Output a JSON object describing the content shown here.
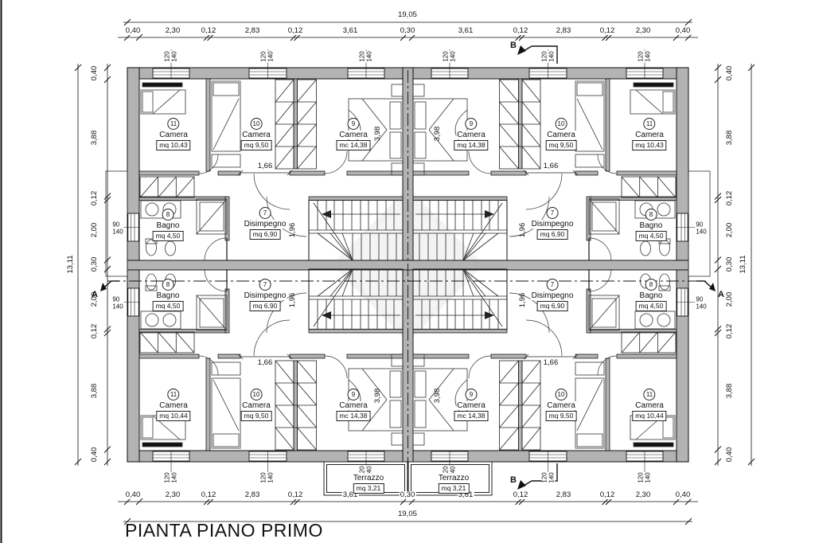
{
  "title": "PIANTA PIANO PRIMO",
  "dims": {
    "h_total": "19,05",
    "h_total_bottom": "19,05",
    "h_chain": [
      "0,40",
      "2,30",
      "0,12",
      "2,83",
      "0,12",
      "3,61",
      "0,30",
      "3,61",
      "0,12",
      "2,83",
      "0,12",
      "2,30",
      "0,40"
    ],
    "v_total": "13,11",
    "v_total_right": "13,11",
    "v_chain": [
      "0,40",
      "3,88",
      "0,12",
      "2,00",
      "0,30",
      "2,00",
      "0,12",
      "3,88",
      "0,40"
    ],
    "opening": "1,66",
    "corridor": "1,96",
    "room_depth": "3,98"
  },
  "windows": {
    "std_w": "120",
    "std_h": "140",
    "door_w": "120",
    "door_h": "240",
    "side_w": "90",
    "side_h": "140"
  },
  "sections": {
    "a": "A",
    "b": "B"
  },
  "rooms": [
    {
      "num": "11",
      "name": "Camera",
      "area": "mq 10,43"
    },
    {
      "num": "10",
      "name": "Camera",
      "area": "mq 9,50"
    },
    {
      "num": "9",
      "name": "Camera",
      "area": "mc 14,38"
    },
    {
      "num": "8",
      "name": "Bagno",
      "area": "mq 4,50"
    },
    {
      "num": "7",
      "name": "Disimpegno",
      "area": "mq 6,90"
    },
    {
      "num": "9",
      "name": "Camera",
      "area": "mq 14,38"
    },
    {
      "num": "10",
      "name": "Camera",
      "area": "mq 9,50"
    },
    {
      "num": "11",
      "name": "Camera",
      "area": "mq 10,43"
    },
    {
      "num": "8",
      "name": "Bagno",
      "area": "mq 4,50"
    },
    {
      "num": "7",
      "name": "Disimpegno",
      "area": "mq 6,90"
    },
    {
      "num": "8",
      "name": "Bagno",
      "area": "mq 4,50"
    },
    {
      "num": "7",
      "name": "Disimpegno",
      "area": "mq 6,90"
    },
    {
      "num": "11",
      "name": "Camera",
      "area": "mq 10,44"
    },
    {
      "num": "10",
      "name": "Camera",
      "area": "mq 9,50"
    },
    {
      "num": "9",
      "name": "Camera",
      "area": "mc 14,38"
    },
    {
      "num": "7",
      "name": "Disimpegno",
      "area": "mq 6,90"
    },
    {
      "num": "8",
      "name": "Bagno",
      "area": "mq 4,50"
    },
    {
      "num": "9",
      "name": "Camera",
      "area": "mc 14,38"
    },
    {
      "num": "10",
      "name": "Camera",
      "area": "mq 9,50"
    },
    {
      "num": "11",
      "name": "Camera",
      "area": "mq 10,44"
    },
    {
      "name": "Terrazzo",
      "area": "mq 3,21"
    },
    {
      "name": "Terrazzo",
      "area": "mq 3,21"
    }
  ]
}
